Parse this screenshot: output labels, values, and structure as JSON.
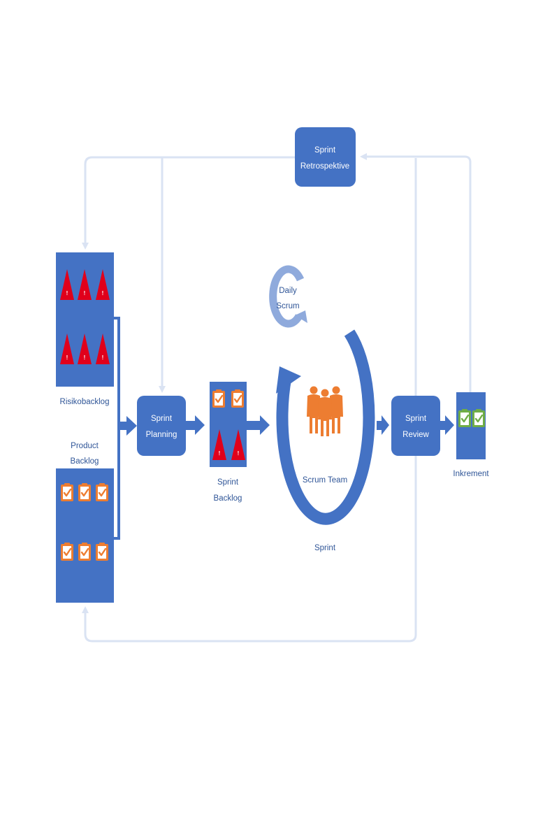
{
  "retrospektive": {
    "line1": "Sprint",
    "line2": "Retrospektive"
  },
  "risikobacklog": {
    "label": "Risikobacklog"
  },
  "product_backlog": {
    "line1": "Product",
    "line2": "Backlog"
  },
  "sprint_planning": {
    "line1": "Sprint",
    "line2": "Planning"
  },
  "sprint_backlog": {
    "line1": "Sprint",
    "line2": "Backlog"
  },
  "daily_scrum": {
    "line1": "Daily",
    "line2": "Scrum"
  },
  "scrum_team": {
    "label": "Scrum Team"
  },
  "sprint": {
    "label": "Sprint"
  },
  "sprint_review": {
    "line1": "Sprint",
    "line2": "Review"
  },
  "inkrement": {
    "label": "Inkrement"
  },
  "colors": {
    "process_box": "#4472c4",
    "feedback_line": "#dae3f3",
    "risk": "#e0001b",
    "clipboard_orange": "#ed7d31",
    "clipboard_green": "#70ad47",
    "team": "#ed7d31",
    "daily_ring": "#8faadc"
  }
}
